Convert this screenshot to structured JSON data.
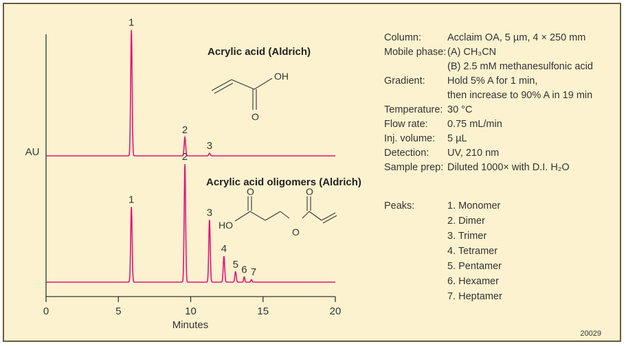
{
  "colors": {
    "background": "#fdf2cf",
    "trace": "#e0157a",
    "axis": "#333333"
  },
  "chart_data": {
    "type": "line",
    "xlabel": "Minutes",
    "ylabel": "AU",
    "xlim": [
      0,
      20
    ],
    "xticks": [
      0,
      5,
      10,
      15,
      20
    ],
    "grid": false,
    "series": [
      {
        "name": "Acrylic acid (Aldrich)",
        "baseline": 0.03,
        "peaks": [
          {
            "label": "1",
            "t": 5.9,
            "height": 0.95,
            "width": 0.05
          },
          {
            "label": "2",
            "t": 9.6,
            "height": 0.14,
            "width": 0.05
          },
          {
            "label": "3",
            "t": 11.3,
            "height": 0.02,
            "width": 0.05
          }
        ]
      },
      {
        "name": "Acrylic acid oligomers (Aldrich)",
        "baseline": 0.03,
        "peaks": [
          {
            "label": "1",
            "t": 5.9,
            "height": 0.58,
            "width": 0.05
          },
          {
            "label": "2",
            "t": 9.6,
            "height": 0.91,
            "width": 0.05
          },
          {
            "label": "3",
            "t": 11.3,
            "height": 0.48,
            "width": 0.05
          },
          {
            "label": "4",
            "t": 12.3,
            "height": 0.2,
            "width": 0.05
          },
          {
            "label": "5",
            "t": 13.1,
            "height": 0.08,
            "width": 0.05
          },
          {
            "label": "6",
            "t": 13.7,
            "height": 0.04,
            "width": 0.04
          },
          {
            "label": "7",
            "t": 14.2,
            "height": 0.02,
            "width": 0.04
          }
        ]
      }
    ]
  },
  "structures": {
    "acid_oh": "OH",
    "acid_o": "O",
    "olig_ho": "HO",
    "olig_o1": "O",
    "olig_o2": "O",
    "olig_o3": "O"
  },
  "conditions": [
    {
      "key": "Column:",
      "value": "Acclaim OA, 5 µm, 4 × 250 mm"
    },
    {
      "key": "Mobile phase:",
      "value": "(A) CH₃CN"
    },
    {
      "key": "",
      "value": "(B) 2.5 mM methanesulfonic acid"
    },
    {
      "key": "Gradient:",
      "value": "Hold 5% A for 1 min,"
    },
    {
      "key": "",
      "value": "then increase to 90% A in 19 min"
    },
    {
      "key": "Temperature:",
      "value": "30 °C"
    },
    {
      "key": "Flow rate:",
      "value": "0.75 mL/min"
    },
    {
      "key": "Inj. volume:",
      "value": "5 µL"
    },
    {
      "key": "Detection:",
      "value": "UV, 210 nm"
    },
    {
      "key": "Sample prep:",
      "value": "Diluted 1000× with D.I. H₂O"
    }
  ],
  "peaks_legend": {
    "title": "Peaks:",
    "items": [
      "1. Monomer",
      "2. Dimer",
      "3. Trimer",
      "4. Tetramer",
      "5. Pentamer",
      "6. Hexamer",
      "7. Heptamer"
    ]
  },
  "figure_code": "20029"
}
